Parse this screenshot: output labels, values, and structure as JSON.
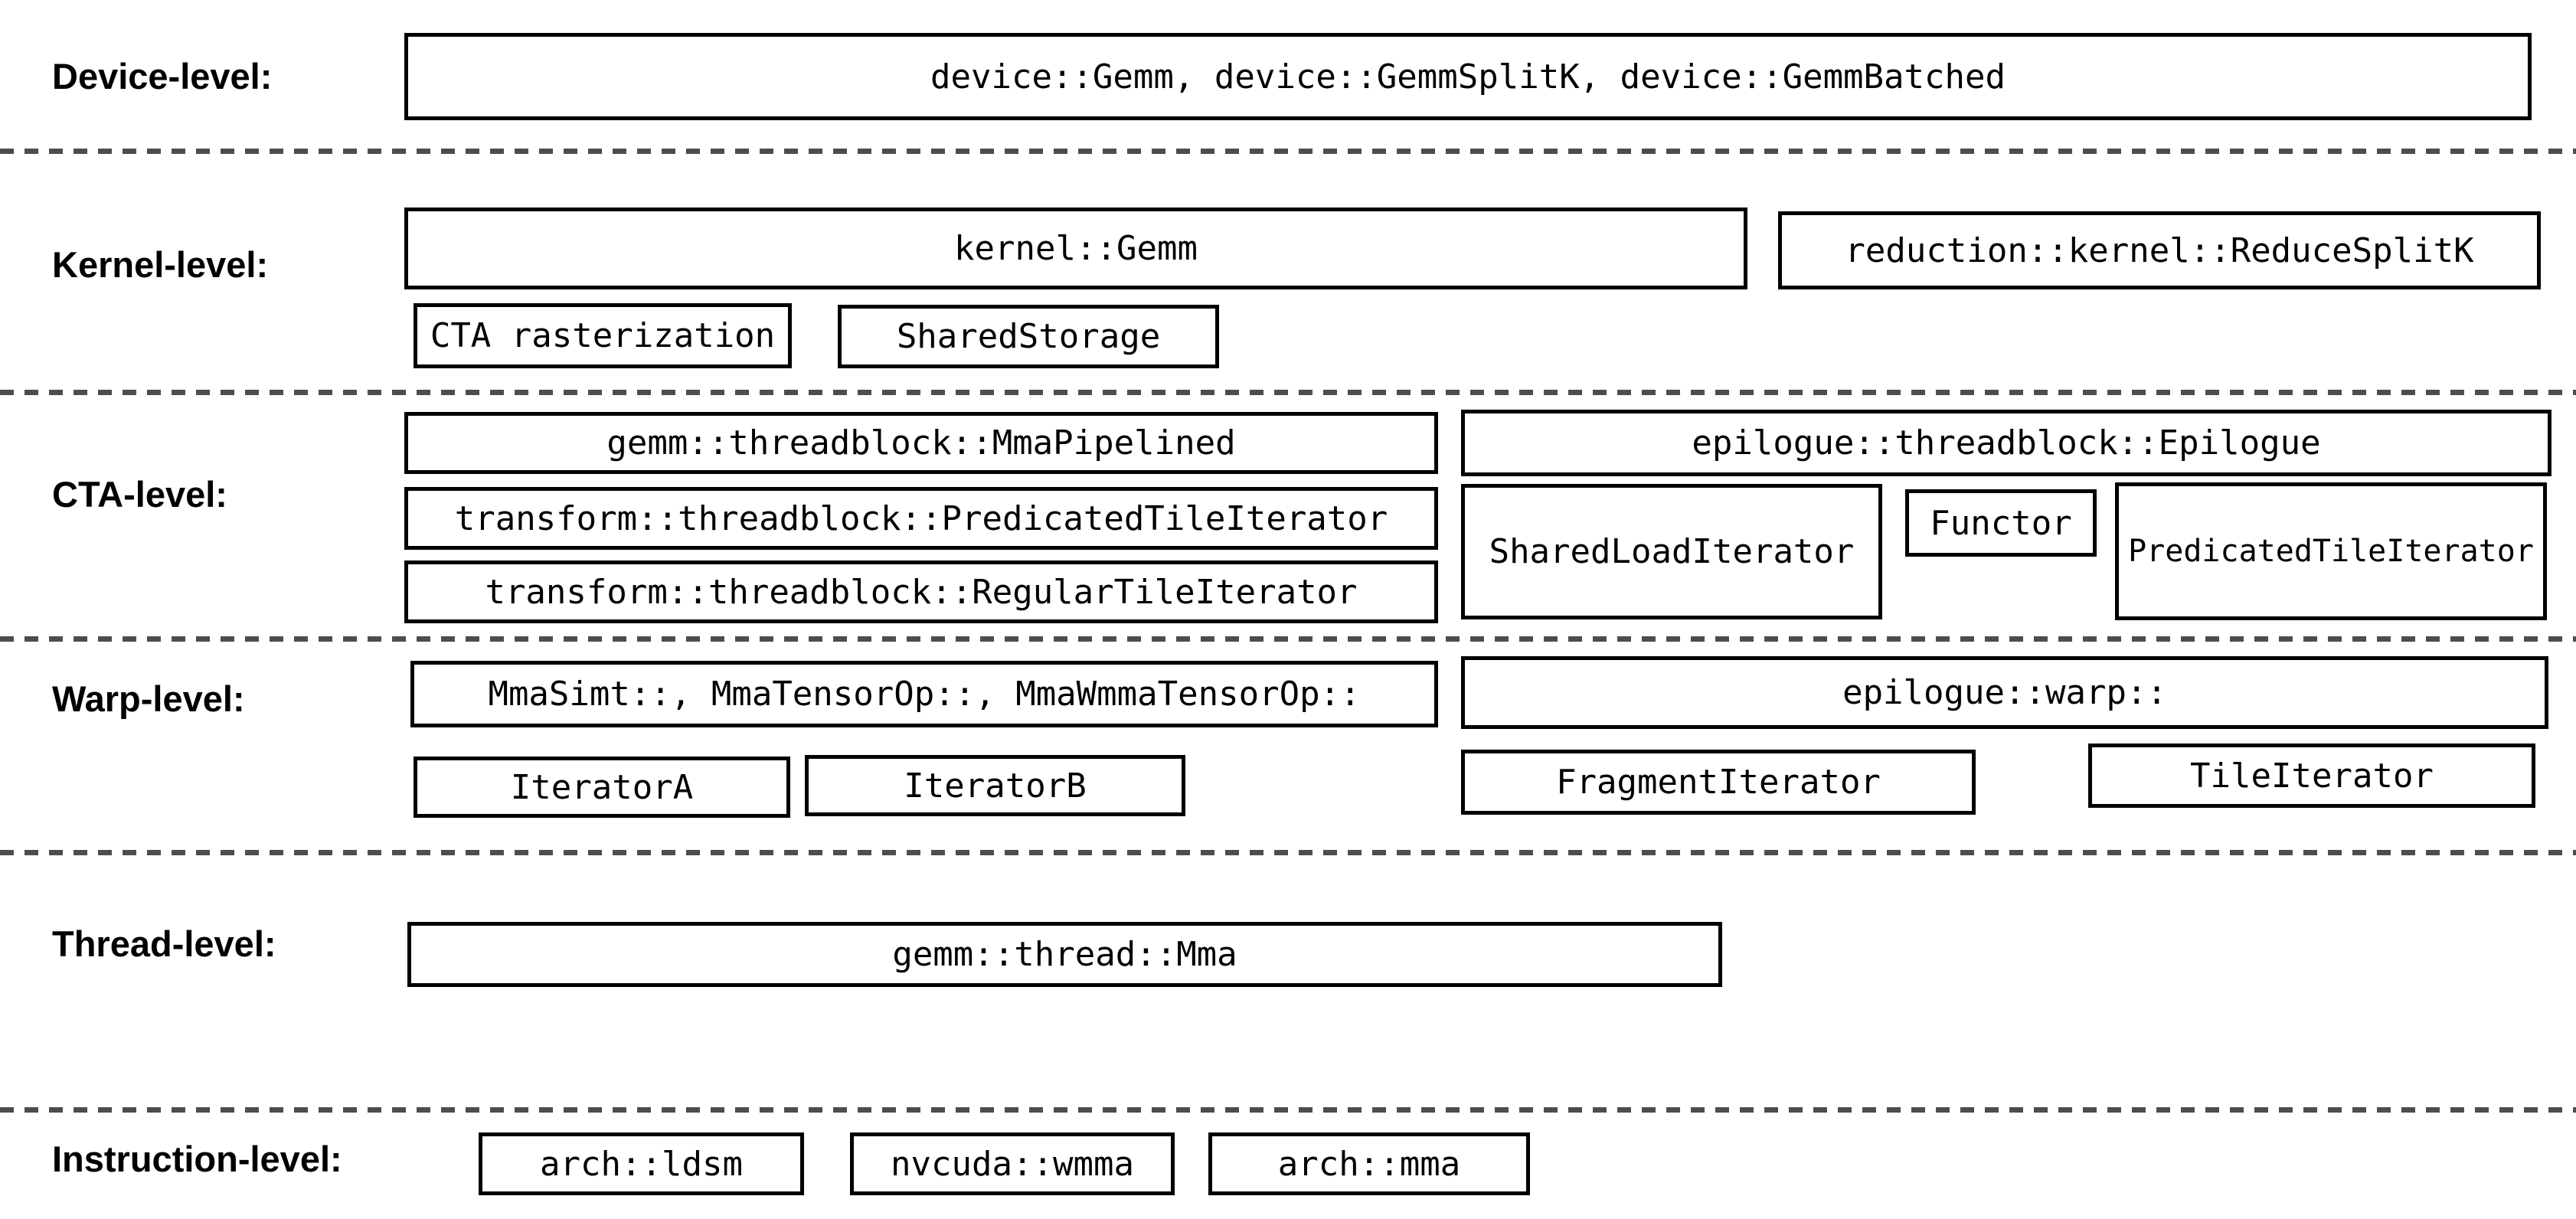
{
  "colors": {
    "background": "#ffffff",
    "box_border": "#000000",
    "text": "#000000",
    "separator": "#4d4d4d"
  },
  "levels": {
    "device": {
      "label": "Device-level:",
      "main_box": "device::Gemm, device::GemmSplitK, device::GemmBatched"
    },
    "kernel": {
      "label": "Kernel-level:",
      "kernel_gemm": "kernel::Gemm",
      "reduce_splitk": "reduction::kernel::ReduceSplitK",
      "cta_rasterization": "CTA rasterization",
      "shared_storage": "SharedStorage"
    },
    "cta": {
      "label": "CTA-level:",
      "mma_pipelined": "gemm::threadblock::MmaPipelined",
      "predicated_tile_iterator_transform": "transform::threadblock::PredicatedTileIterator",
      "regular_tile_iterator": "transform::threadblock::RegularTileIterator",
      "epilogue": "epilogue::threadblock::Epilogue",
      "shared_load_iterator": "SharedLoadIterator",
      "functor": "Functor",
      "predicated_tile_iterator_epilogue": "PredicatedTileIterator"
    },
    "warp": {
      "label": "Warp-level:",
      "mma_ops": "MmaSimt::, MmaTensorOp::, MmaWmmaTensorOp::",
      "epilogue_warp": "epilogue::warp::",
      "iterator_a": "IteratorA",
      "iterator_b": "IteratorB",
      "fragment_iterator": "FragmentIterator",
      "tile_iterator": "TileIterator"
    },
    "thread": {
      "label": "Thread-level:",
      "mma": "gemm::thread::Mma"
    },
    "instruction": {
      "label": "Instruction-level:",
      "arch_ldsm": "arch::ldsm",
      "nvcuda_wmma": "nvcuda::wmma",
      "arch_mma": "arch::mma"
    }
  }
}
